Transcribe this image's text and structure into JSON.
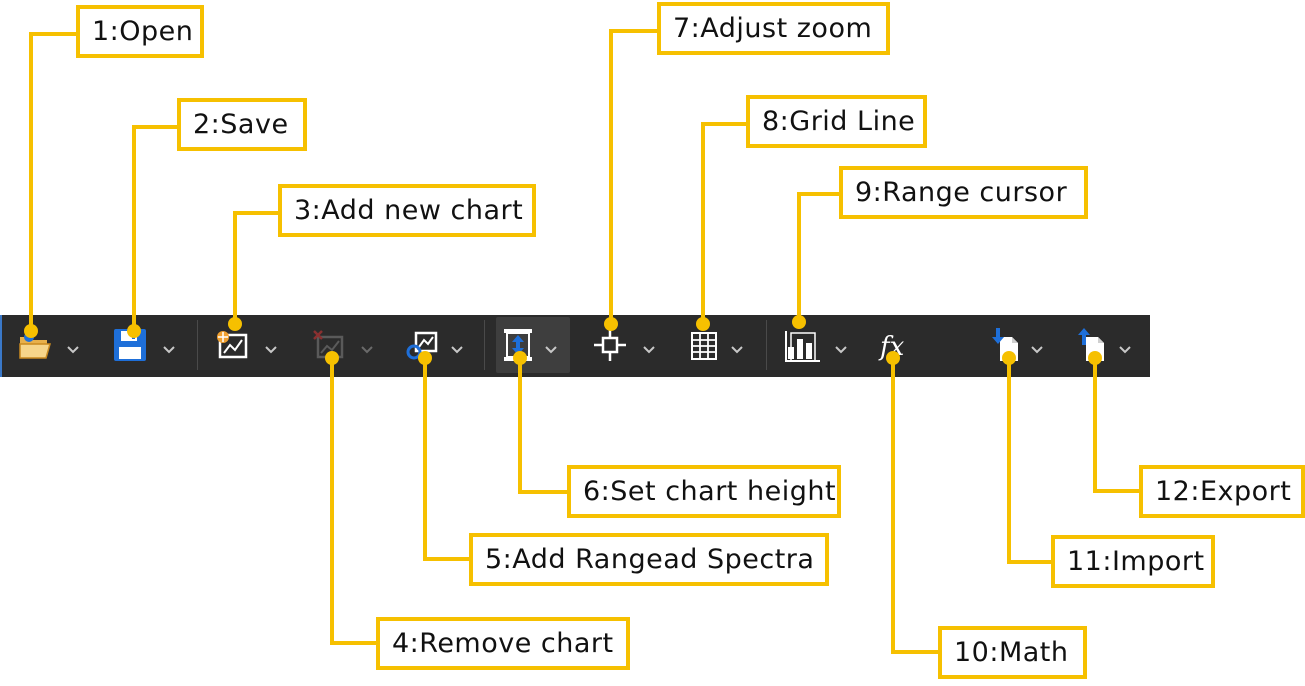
{
  "toolbar": {
    "buttons": [
      {
        "id": "open",
        "icon": "open-folder-icon",
        "has_dropdown": true,
        "enabled": true
      },
      {
        "id": "save",
        "icon": "floppy-disk-icon",
        "has_dropdown": true,
        "enabled": true
      },
      {
        "id": "add-chart",
        "icon": "add-chart-icon",
        "has_dropdown": true,
        "enabled": true
      },
      {
        "id": "remove-chart",
        "icon": "remove-chart-icon",
        "has_dropdown": true,
        "enabled": false
      },
      {
        "id": "add-range-spectra",
        "icon": "range-spectra-icon",
        "has_dropdown": true,
        "enabled": true
      },
      {
        "id": "chart-height",
        "icon": "vertical-resize-icon",
        "has_dropdown": true,
        "enabled": true,
        "active": true
      },
      {
        "id": "adjust-zoom",
        "icon": "zoom-crosshair-icon",
        "has_dropdown": true,
        "enabled": true
      },
      {
        "id": "grid-line",
        "icon": "grid-icon",
        "has_dropdown": true,
        "enabled": true
      },
      {
        "id": "range-cursor",
        "icon": "bar-chart-icon",
        "has_dropdown": true,
        "enabled": true
      },
      {
        "id": "math",
        "icon": "function-fx-icon",
        "has_dropdown": false,
        "enabled": true
      },
      {
        "id": "import",
        "icon": "import-file-icon",
        "has_dropdown": true,
        "enabled": true
      },
      {
        "id": "export",
        "icon": "export-file-icon",
        "has_dropdown": true,
        "enabled": true
      }
    ],
    "colors": {
      "background": "#2b2b2b",
      "icon": "#ffffff",
      "accent": "#1e6fd9",
      "highlight": "#f0a030",
      "disabled": "#8a3030"
    }
  },
  "callouts": [
    {
      "id": "open",
      "text": "1:Open"
    },
    {
      "id": "save",
      "text": "2:Save"
    },
    {
      "id": "add-chart",
      "text": "3:Add new chart"
    },
    {
      "id": "remove-chart",
      "text": "4:Remove chart"
    },
    {
      "id": "add-range-spectra",
      "text": "5:Add Rangead Spectra"
    },
    {
      "id": "chart-height",
      "text": "6:Set chart height"
    },
    {
      "id": "adjust-zoom",
      "text": "7:Adjust zoom"
    },
    {
      "id": "grid-line",
      "text": "8:Grid Line"
    },
    {
      "id": "range-cursor",
      "text": "9:Range cursor"
    },
    {
      "id": "math",
      "text": "10:Math"
    },
    {
      "id": "import",
      "text": "11:Import"
    },
    {
      "id": "export",
      "text": "12:Export"
    }
  ],
  "callout_color": "#f6c000"
}
